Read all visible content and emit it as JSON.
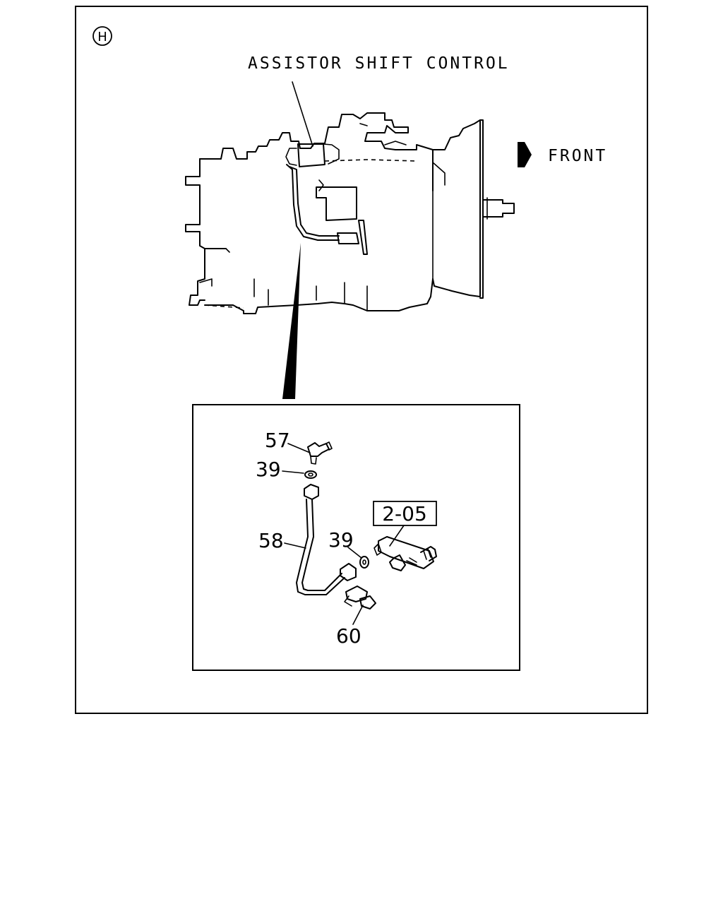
{
  "diagram": {
    "view_marker": "H",
    "section_title": "ASSISTOR SHIFT CONTROL",
    "direction_label": "FRONT",
    "reference_box": "2-05",
    "callouts": {
      "part_57": "57",
      "part_39_upper": "39",
      "part_58": "58",
      "part_39_lower": "39",
      "part_60": "60"
    }
  }
}
